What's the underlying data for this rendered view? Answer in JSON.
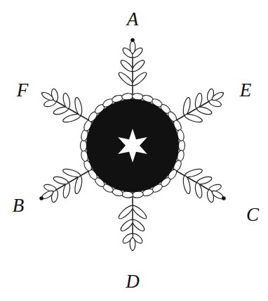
{
  "diagram": {
    "labels": [
      "A",
      "F",
      "E",
      "B",
      "C",
      "D"
    ]
  }
}
